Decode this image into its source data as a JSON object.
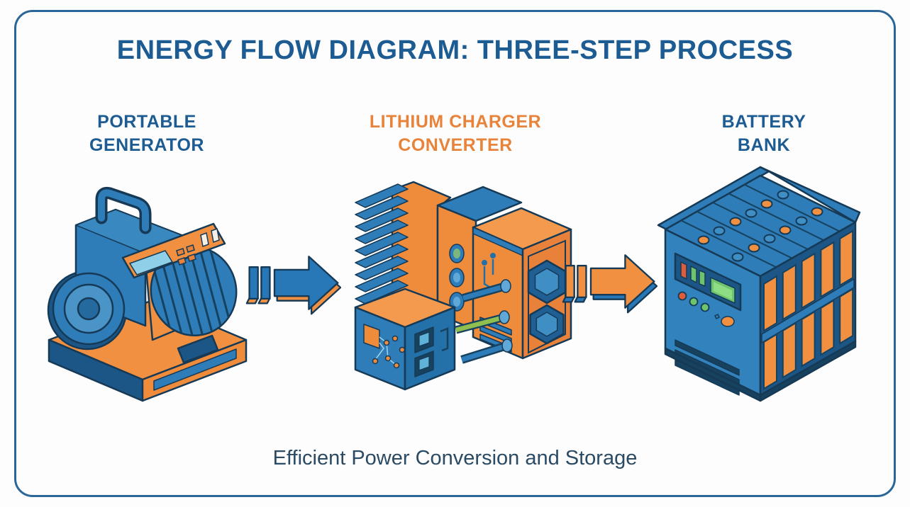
{
  "title": "ENERGY FLOW DIAGRAM: THREE-STEP PROCESS",
  "caption": "Efficient Power Conversion and Storage",
  "steps": [
    {
      "id": "portable-generator",
      "lines": [
        "PORTABLE",
        "GENERATOR"
      ],
      "label_color": "#1d5c93"
    },
    {
      "id": "lithium-charger-converter",
      "lines": [
        "LITHIUM CHARGER",
        "CONVERTER"
      ],
      "label_color": "#e8833c"
    },
    {
      "id": "battery-bank",
      "lines": [
        "BATTERY",
        "BANK"
      ],
      "label_color": "#1d5c93"
    }
  ],
  "arrows": [
    {
      "from": "portable-generator",
      "to": "lithium-charger-converter",
      "body_color": "#2878b8",
      "edge_color": "#f09040"
    },
    {
      "from": "lithium-charger-converter",
      "to": "battery-bank",
      "body_color": "#f09040",
      "edge_color": "#2878b8"
    }
  ],
  "colors": {
    "background": "#fdfdfd",
    "border": "#2a6699",
    "title_text": "#1d5c93",
    "orange_text": "#e8833c",
    "caption_text": "#2b4a63",
    "illustration_blue": "#2e7cb8",
    "illustration_dark_blue": "#1c5687",
    "illustration_orange": "#f09040",
    "outline": "#163a56",
    "screen_light_blue": "#8fd0e8",
    "display_green": "#6cc46c",
    "status_red": "#e05c3a"
  }
}
